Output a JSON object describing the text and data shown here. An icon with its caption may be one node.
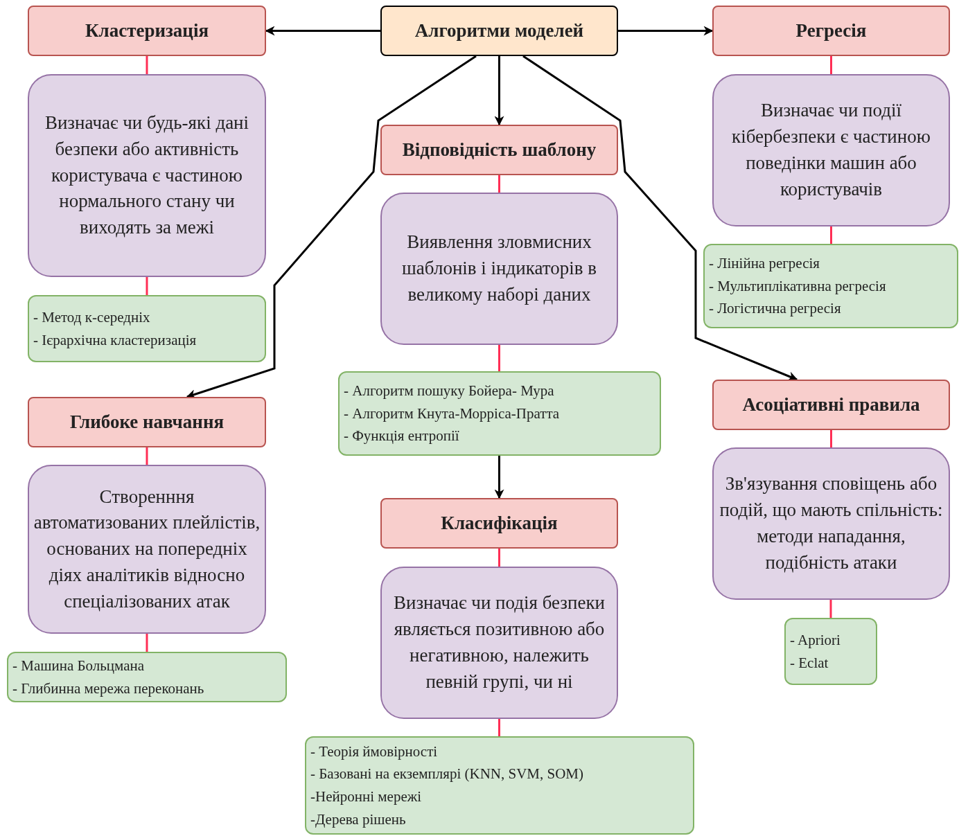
{
  "diagram": {
    "nodes": [
      {
        "text": [
          "Кластеризація"
        ]
      },
      {
        "text": [
          "Алгоритми моделей"
        ]
      },
      {
        "text": [
          "Регресія"
        ]
      },
      {
        "text": [
          "Визначає чи будь-які дані безпеки або активність користувача є частиною нормального стану чи виходять за межі"
        ]
      },
      {
        "text": [
          "Відповідність шаблону"
        ]
      },
      {
        "text": [
          "Визначає чи події кібербезпеки є частиною поведінки машин або користувачів"
        ]
      },
      {
        "text": [
          "- Лінійна регресія",
          "- Мультиплікативна регресія",
          "- Логістична регресія"
        ]
      },
      {
        "text": [
          "Виявлення зловмисних шаблонів і індикаторів в великому наборі даних"
        ]
      },
      {
        "text": [
          "- Метод к-середніх",
          "- Ієрархічна кластеризація"
        ]
      },
      {
        "text": [
          "- Алгоритм пошуку Бойера- Мура",
          "- Алгоритм Кнута-Морріса-Пратта",
          "- Функція ентропії"
        ]
      },
      {
        "text": [
          "Асоціативні правила"
        ]
      },
      {
        "text": [
          "Глибоке навчання"
        ]
      },
      {
        "text": [
          "Зв'язування сповіщень або подій, що мають спільність: методи нападання, подібність атаки"
        ]
      },
      {
        "text": [
          "Створенння автоматизованих плейлістів, основаних на попередніх діях аналітиків відносно спеціалізованих атак"
        ]
      },
      {
        "text": [
          "Класифікація"
        ]
      },
      {
        "text": [
          "Визначає чи подія безпеки являється позитивною або негативною, належить певній групі, чи ні"
        ]
      },
      {
        "text": [
          "- Apriori",
          "- Eclat"
        ]
      },
      {
        "text": [
          "- Машина Больцмана",
          "- Глибинна мережа переконань"
        ]
      },
      {
        "text": [
          "- Теорія ймовірності",
          "- Базовані на екземплярі (KNN, SVM, SOM)",
          "-Нейронні мережі",
          "-Дерева рішень"
        ]
      }
    ],
    "edges": [
      {
        "from": 1,
        "to": 0,
        "arrow": "to",
        "color": "#000000"
      },
      {
        "from": 1,
        "to": 2,
        "arrow": "to",
        "color": "#000000"
      },
      {
        "from": 1,
        "to": 4,
        "arrow": "to",
        "color": "#000000"
      },
      {
        "from": 1,
        "to": 11,
        "arrow": "to",
        "color": "#000000"
      },
      {
        "from": 1,
        "to": 10,
        "arrow": "to",
        "color": "#000000"
      },
      {
        "from": 9,
        "to": 14,
        "arrow": "to",
        "color": "#000000"
      },
      {
        "from": 0,
        "to": 3,
        "arrow": "none"
      },
      {
        "from": 3,
        "to": 8,
        "arrow": "none"
      },
      {
        "from": 2,
        "to": 5,
        "arrow": "none"
      },
      {
        "from": 5,
        "to": 6,
        "arrow": "none"
      },
      {
        "from": 4,
        "to": 7,
        "arrow": "none"
      },
      {
        "from": 7,
        "to": 9,
        "arrow": "none"
      },
      {
        "from": 10,
        "to": 12,
        "arrow": "none"
      },
      {
        "from": 12,
        "to": 16,
        "arrow": "none"
      },
      {
        "from": 11,
        "to": 13,
        "arrow": "none"
      },
      {
        "from": 13,
        "to": 17,
        "arrow": "none"
      },
      {
        "from": 14,
        "to": 15,
        "arrow": "none"
      },
      {
        "from": 15,
        "to": 18,
        "arrow": "none"
      }
    ]
  }
}
